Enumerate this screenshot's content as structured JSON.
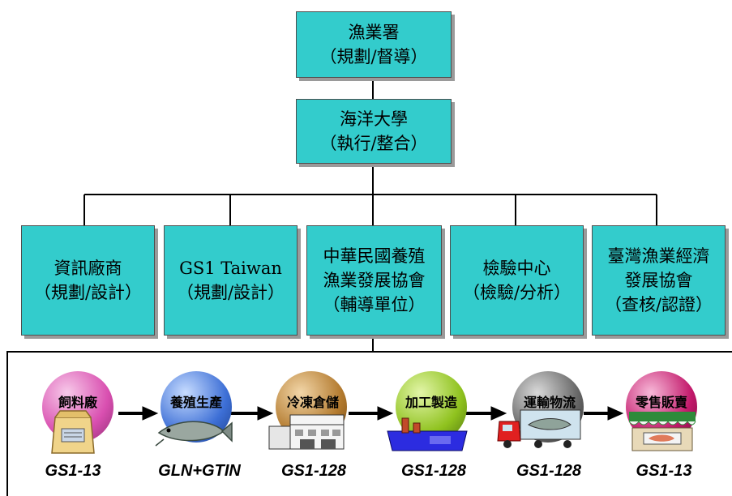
{
  "top": {
    "name": "漁業署",
    "role": "（規劃/督導）"
  },
  "second": {
    "name": "海洋大學",
    "role": "（執行/整合）"
  },
  "units": [
    {
      "lines": [
        "資訊廠商",
        "（規劃/設計）"
      ]
    },
    {
      "lines": [
        "GS1 Taiwan",
        "（規劃/設計）"
      ]
    },
    {
      "lines": [
        "中華民國養殖",
        "漁業發展協會",
        "（輔導單位）"
      ]
    },
    {
      "lines": [
        "檢驗中心",
        "（檢驗/分析）"
      ]
    },
    {
      "lines": [
        "臺灣漁業經濟",
        "發展協會",
        "（查核/認證）"
      ]
    }
  ],
  "chain": [
    {
      "label": "飼料廠",
      "code": "GS1-13",
      "color": "#d94fb0",
      "icon": "feed-bag-icon"
    },
    {
      "label": "養殖生產",
      "code": "GLN+GTIN",
      "color": "#3d6fd6",
      "icon": "fish-icon"
    },
    {
      "label": "冷凍倉儲",
      "code": "GS1-128",
      "color": "#b37a2e",
      "icon": "warehouse-icon"
    },
    {
      "label": "加工製造",
      "code": "GS1-128",
      "color": "#8fc21e",
      "icon": "factory-icon"
    },
    {
      "label": "運輸物流",
      "code": "GS1-128",
      "color": "#666666",
      "icon": "truck-icon"
    },
    {
      "label": "零售販賣",
      "code": "GS1-13",
      "color": "#c2186a",
      "icon": "store-icon"
    }
  ]
}
